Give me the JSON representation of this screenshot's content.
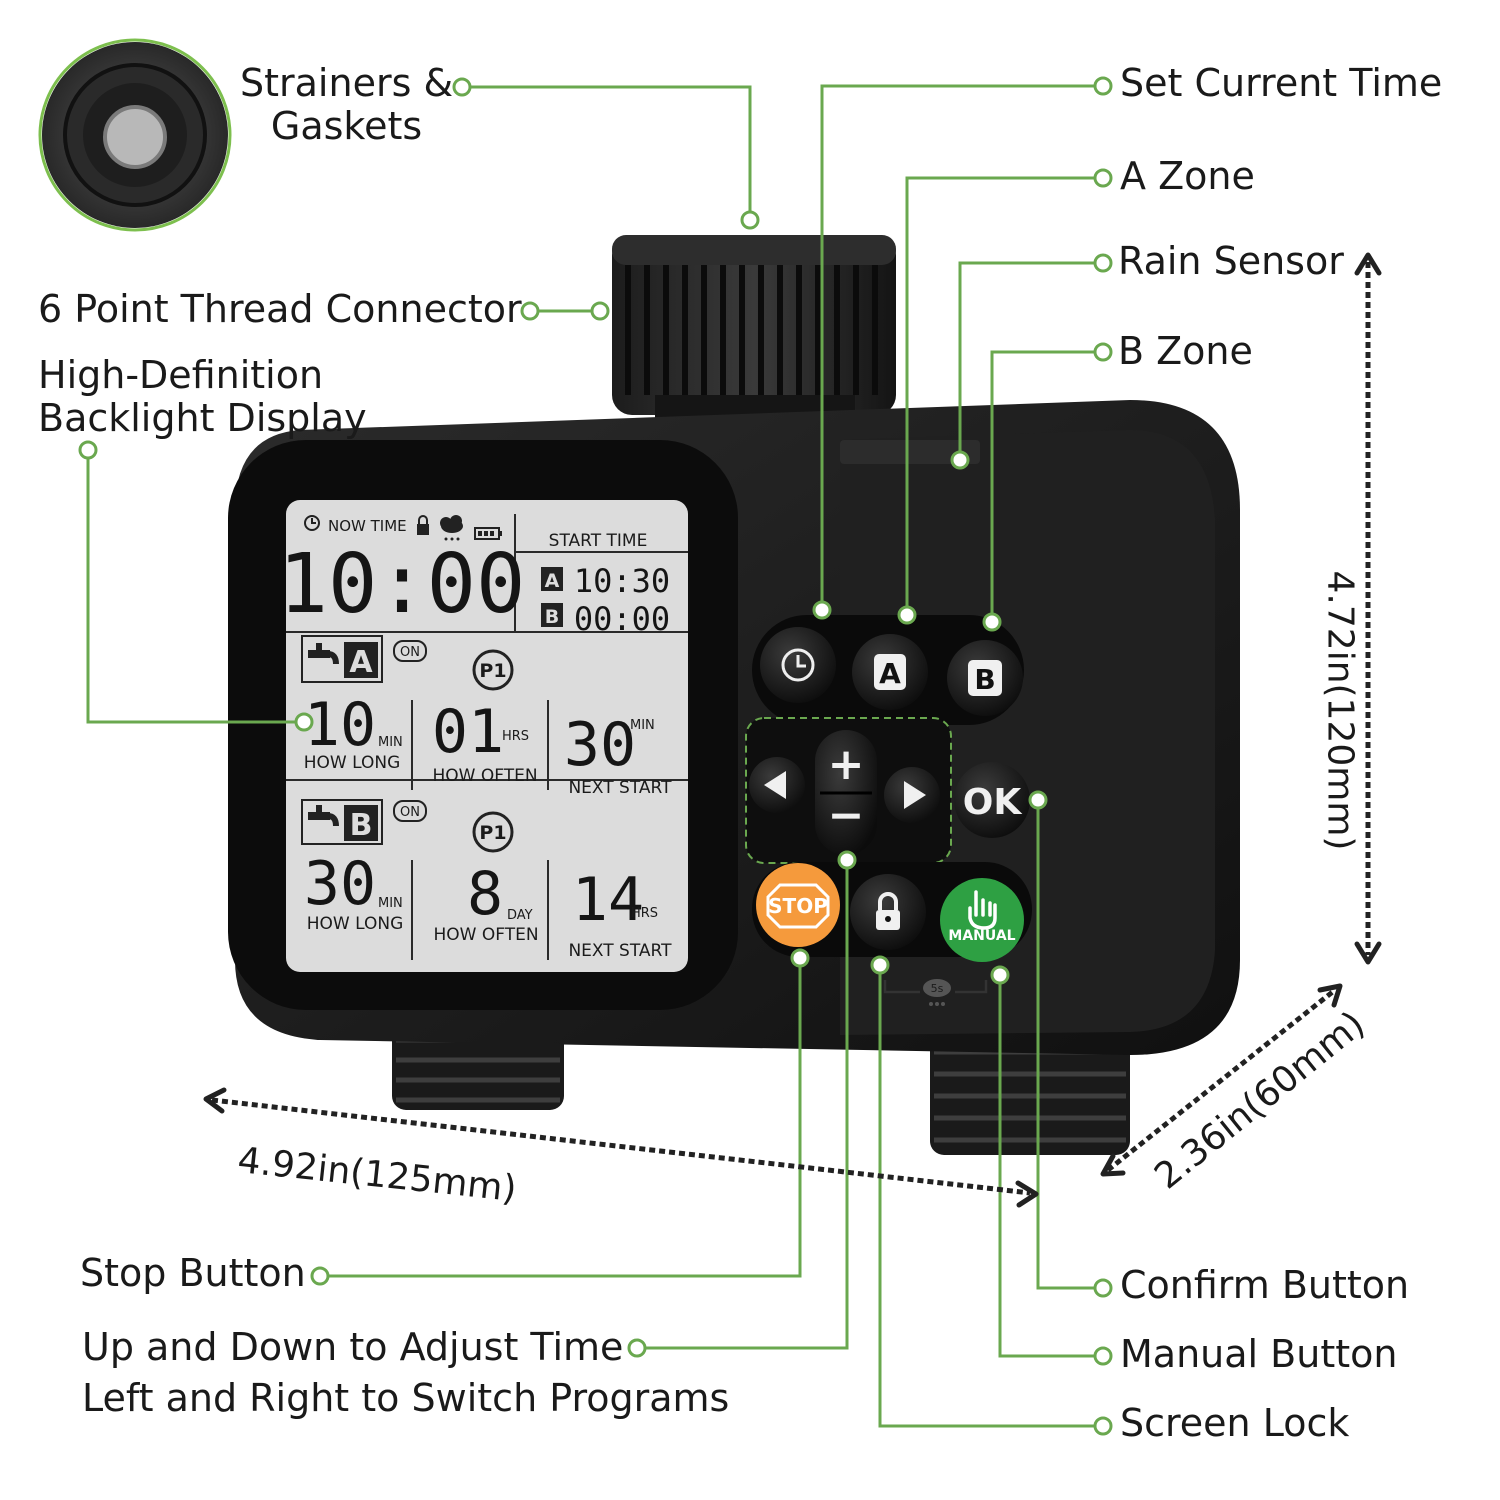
{
  "callouts": {
    "strainers": "Strainers &\nGaskets",
    "thread_connector": "6 Point Thread Connector",
    "display": "High-Definition\nBacklight Display",
    "set_time": "Set Current Time",
    "a_zone": "A Zone",
    "rain_sensor": "Rain Sensor",
    "b_zone": "B Zone",
    "stop": "Stop Button",
    "adjust": "Up and Down to Adjust Time\nLeft and Right to Switch Programs",
    "confirm": "Confirm Button",
    "manual": "Manual Button",
    "lock": "Screen Lock"
  },
  "dimensions": {
    "height": "4.72in(120mm)",
    "width": "4.92in(125mm)",
    "depth": "2.36in(60mm)"
  },
  "lcd": {
    "now_time_label": "NOW TIME",
    "now_time": "10:00",
    "start_time_label": "START TIME",
    "a_letter": "A",
    "b_letter": "B",
    "a_start": "10:30",
    "b_start": "00:00",
    "on": "ON",
    "program": "P1",
    "a_how_long": "10",
    "a_how_often": "01",
    "a_next_start": "30",
    "b_how_long": "30",
    "b_how_often": "8",
    "b_next_start": "14",
    "unit_min": "MIN",
    "unit_hrs": "HRS",
    "unit_day": "DAY",
    "how_long": "HOW LONG",
    "how_often": "HOW OFTEN",
    "next_start": "NEXT START"
  },
  "buttons": {
    "a": "A",
    "b": "B",
    "ok": "OK",
    "stop": "STOP",
    "manual": "MANUAL",
    "plus": "+",
    "minus": "−",
    "hold": "5s"
  },
  "colors": {
    "leader_green": "#6aa84f",
    "stop_orange": "#f59a3c",
    "manual_green": "#2ea043",
    "body_black": "#1a1a1a",
    "lcd_gray": "#dcdcdc"
  },
  "icons": [
    "clock-icon",
    "lock-icon",
    "cloud-rain-icon",
    "battery-icon",
    "faucet-icon",
    "arrow-left-icon",
    "arrow-right-icon",
    "hand-icon"
  ]
}
